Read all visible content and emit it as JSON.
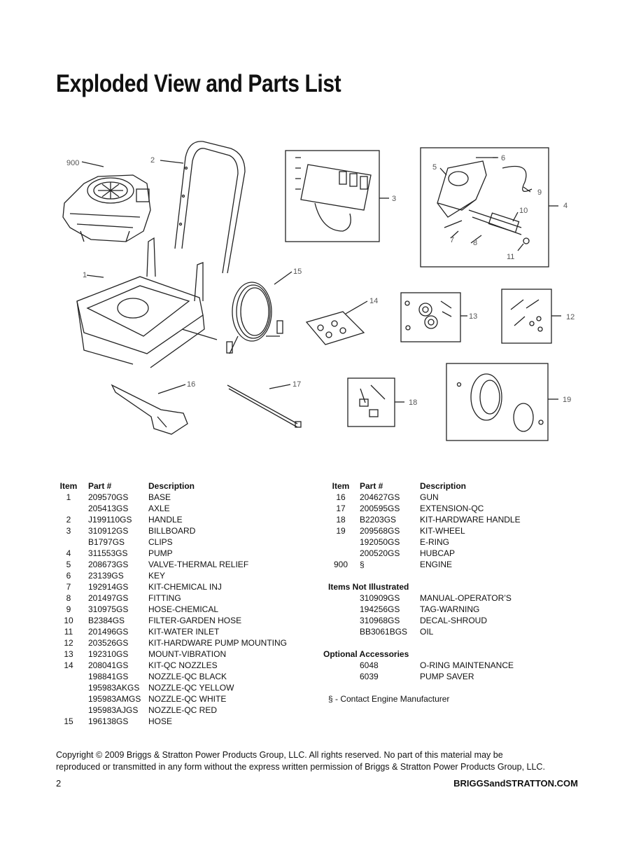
{
  "title": "Exploded View and Parts List",
  "callouts": [
    "900",
    "2",
    "1",
    "15",
    "14",
    "16",
    "17",
    "3",
    "4",
    "5",
    "6",
    "7",
    "8",
    "9",
    "10",
    "11",
    "12",
    "13",
    "18",
    "19"
  ],
  "table_headers": {
    "item": "Item",
    "part": "Part #",
    "desc": "Description"
  },
  "left_rows": [
    {
      "item": "1",
      "part": "209570GS",
      "desc": "BASE"
    },
    {
      "item": "",
      "part": "205413GS",
      "desc": "AXLE"
    },
    {
      "item": "2",
      "part": "J199110GS",
      "desc": "HANDLE"
    },
    {
      "item": "3",
      "part": "310912GS",
      "desc": "BILLBOARD"
    },
    {
      "item": "",
      "part": "B1797GS",
      "desc": "CLIPS"
    },
    {
      "item": "4",
      "part": "311553GS",
      "desc": "PUMP"
    },
    {
      "item": "5",
      "part": "208673GS",
      "desc": "VALVE-THERMAL RELIEF"
    },
    {
      "item": "6",
      "part": "23139GS",
      "desc": "KEY"
    },
    {
      "item": "7",
      "part": "192914GS",
      "desc": "KIT-CHEMICAL INJ"
    },
    {
      "item": "8",
      "part": "201497GS",
      "desc": "FITTING"
    },
    {
      "item": "9",
      "part": "310975GS",
      "desc": "HOSE-CHEMICAL"
    },
    {
      "item": "10",
      "part": "B2384GS",
      "desc": "FILTER-GARDEN HOSE"
    },
    {
      "item": "11",
      "part": "201496GS",
      "desc": "KIT-WATER INLET"
    },
    {
      "item": "12",
      "part": "203526GS",
      "desc": "KIT-HARDWARE PUMP MOUNTING"
    },
    {
      "item": "13",
      "part": "192310GS",
      "desc": "MOUNT-VIBRATION"
    },
    {
      "item": "14",
      "part": "208041GS",
      "desc": "KIT-QC NOZZLES"
    },
    {
      "item": "",
      "part": "198841GS",
      "desc": "NOZZLE-QC BLACK"
    },
    {
      "item": "",
      "part": "195983AKGS",
      "desc": "NOZZLE-QC YELLOW"
    },
    {
      "item": "",
      "part": "195983AMGS",
      "desc": "NOZZLE-QC WHITE"
    },
    {
      "item": "",
      "part": "195983AJGS",
      "desc": "NOZZLE-QC RED"
    },
    {
      "item": "15",
      "part": "196138GS",
      "desc": "HOSE"
    }
  ],
  "right_rows": [
    {
      "item": "16",
      "part": "204627GS",
      "desc": "GUN"
    },
    {
      "item": "17",
      "part": "200595GS",
      "desc": "EXTENSION-QC"
    },
    {
      "item": "18",
      "part": "B2203GS",
      "desc": "KIT-HARDWARE HANDLE"
    },
    {
      "item": "19",
      "part": "209568GS",
      "desc": "KIT-WHEEL"
    },
    {
      "item": "",
      "part": "192050GS",
      "desc": "E-RING"
    },
    {
      "item": "",
      "part": "200520GS",
      "desc": "HUBCAP"
    },
    {
      "item": "900",
      "part": "§",
      "desc": "ENGINE"
    }
  ],
  "not_illustrated_heading": "Items Not Illustrated",
  "not_illustrated_rows": [
    {
      "part": "310909GS",
      "desc": "MANUAL-OPERATOR’S"
    },
    {
      "part": "194256GS",
      "desc": "TAG-WARNING"
    },
    {
      "part": "310968GS",
      "desc": "DECAL-SHROUD"
    },
    {
      "part": "BB3061BGS",
      "desc": "OIL"
    }
  ],
  "optional_heading": "Optional Accessories",
  "optional_rows": [
    {
      "part": "6048",
      "desc": "O-RING MAINTENANCE"
    },
    {
      "part": "6039",
      "desc": "PUMP SAVER"
    }
  ],
  "footnote": "§ - Contact Engine Manufacturer",
  "copyright_line1": "Copyright © 2009 Briggs & Stratton Power Products Group, LLC.  All rights reserved.  No part of this material may be",
  "copyright_line2": "reproduced or transmitted in any form without the express written permission of Briggs & Stratton Power Products Group, LLC.",
  "page_number": "2",
  "brand_url": "BRIGGSandSTRATTON.COM"
}
